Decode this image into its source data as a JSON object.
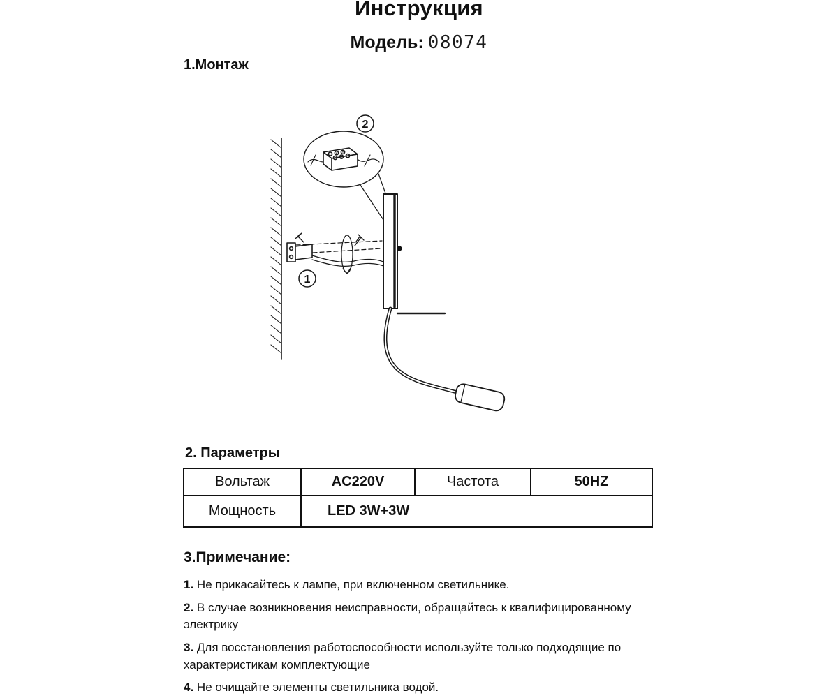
{
  "page": {
    "title": "Инструкция",
    "model_label": "Модель:",
    "model_value": "08074"
  },
  "sections": {
    "montage": "1.Монтаж",
    "params": "2. Параметры",
    "notes": "3.Примечание:"
  },
  "diagram": {
    "label_1": "1",
    "label_2": "2"
  },
  "table": {
    "voltage_label": "Вольтаж",
    "voltage_value": "AC220V",
    "frequency_label": "Частота",
    "frequency_value": "50HZ",
    "power_label": "Мощность",
    "power_value": "LED 3W+3W"
  },
  "notes": [
    {
      "num": "1.",
      "text": "Не прикасайтесь к лампе, при включенном светильнике."
    },
    {
      "num": "2.",
      "text": "В случае возникновения неисправности, обращайтесь к квалифицированному электрику"
    },
    {
      "num": "3.",
      "text": "Для восстановления работоспособности используйте только подходящие по характеристикам комплектующие"
    },
    {
      "num": "4.",
      "text": "Не очищайте элементы светильника водой."
    }
  ],
  "colors": {
    "ink": "#111111",
    "background": "#ffffff"
  }
}
